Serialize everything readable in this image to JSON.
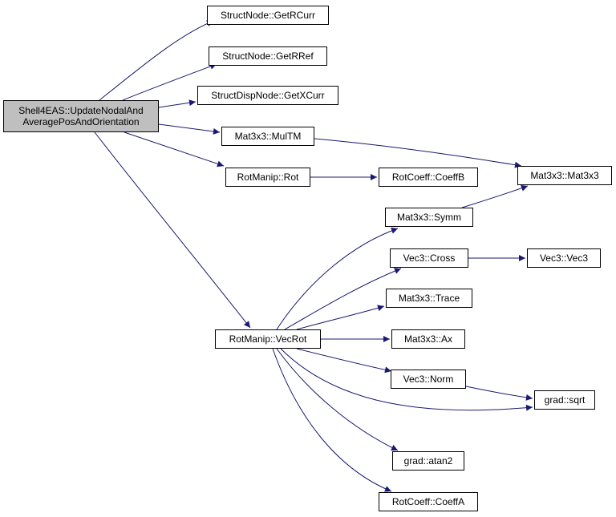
{
  "graph": {
    "colors": {
      "edge": "#191970",
      "root_fill": "#bfbfbf",
      "node_fill": "#ffffff",
      "border": "#000000"
    },
    "root": {
      "line1": "Shell4EAS::UpdateNodalAnd",
      "line2": "AveragePosAndOrientation"
    },
    "nodes": {
      "getrcurr": "StructNode::GetRCurr",
      "getrref": "StructNode::GetRRef",
      "getxcurr": "StructDispNode::GetXCurr",
      "multm": "Mat3x3::MulTM",
      "rot": "RotManip::Rot",
      "coeffb": "RotCoeff::CoeffB",
      "mat3x3": "Mat3x3::Mat3x3",
      "symm": "Mat3x3::Symm",
      "cross": "Vec3::Cross",
      "vec3": "Vec3::Vec3",
      "trace": "Mat3x3::Trace",
      "vecrot": "RotManip::VecRot",
      "ax": "Mat3x3::Ax",
      "norm": "Vec3::Norm",
      "sqrt": "grad::sqrt",
      "atan2": "grad::atan2",
      "coeffa": "RotCoeff::CoeffA"
    },
    "edges": [
      [
        "root",
        "getrcurr"
      ],
      [
        "root",
        "getrref"
      ],
      [
        "root",
        "getxcurr"
      ],
      [
        "root",
        "multm"
      ],
      [
        "root",
        "rot"
      ],
      [
        "root",
        "vecrot"
      ],
      [
        "multm",
        "mat3x3"
      ],
      [
        "rot",
        "coeffb"
      ],
      [
        "symm",
        "mat3x3"
      ],
      [
        "vecrot",
        "symm"
      ],
      [
        "vecrot",
        "cross"
      ],
      [
        "vecrot",
        "trace"
      ],
      [
        "vecrot",
        "ax"
      ],
      [
        "vecrot",
        "norm"
      ],
      [
        "vecrot",
        "sqrt"
      ],
      [
        "vecrot",
        "atan2"
      ],
      [
        "vecrot",
        "coeffa"
      ],
      [
        "cross",
        "vec3"
      ],
      [
        "norm",
        "sqrt"
      ]
    ]
  }
}
